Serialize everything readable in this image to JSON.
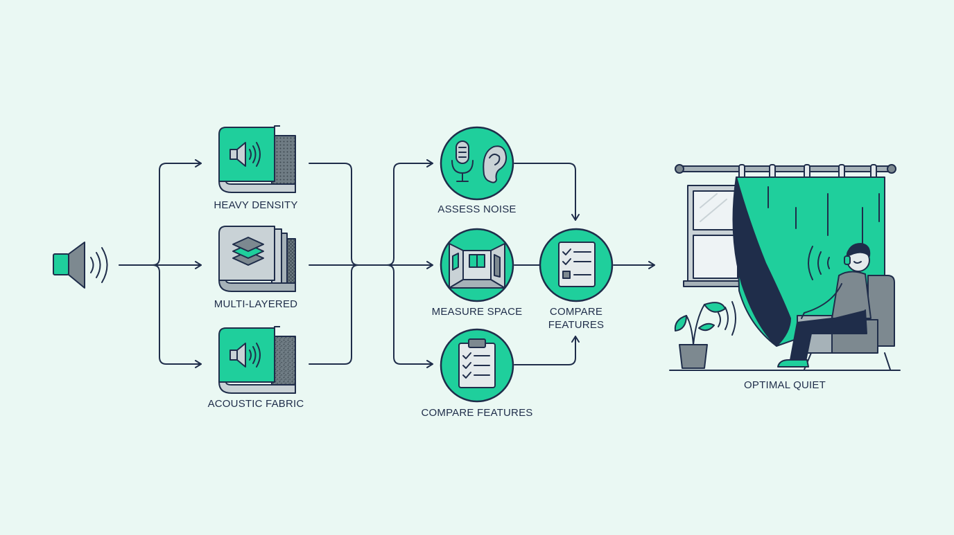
{
  "colors": {
    "background": "#eaf8f3",
    "accent": "#1fcf9c",
    "outline": "#1f2d4a",
    "neutral": "#7d8990",
    "light_neutral": "#c9d2d6"
  },
  "source": {
    "icon": "speaker-icon"
  },
  "materials": [
    {
      "label": "HEAVY DENSITY",
      "icon": "speaker-fabric-icon"
    },
    {
      "label": "MULTI-LAYERED",
      "icon": "layers-fabric-icon"
    },
    {
      "label": "ACOUSTIC FABRIC",
      "icon": "speaker-fabric-icon"
    }
  ],
  "steps": [
    {
      "label": "ASSESS NOISE",
      "icon": "microphone-ear-icon"
    },
    {
      "label": "MEASURE SPACE",
      "icon": "room-icon"
    },
    {
      "label": "COMPARE FEATURES",
      "icon": "clipboard-checklist-icon"
    }
  ],
  "merge": {
    "label_line1": "COMPARE",
    "label_line2": "FEATURES",
    "icon": "checklist-icon"
  },
  "outcome": {
    "label": "OPTIMAL QUIET",
    "icon": "curtained-room-scene"
  }
}
